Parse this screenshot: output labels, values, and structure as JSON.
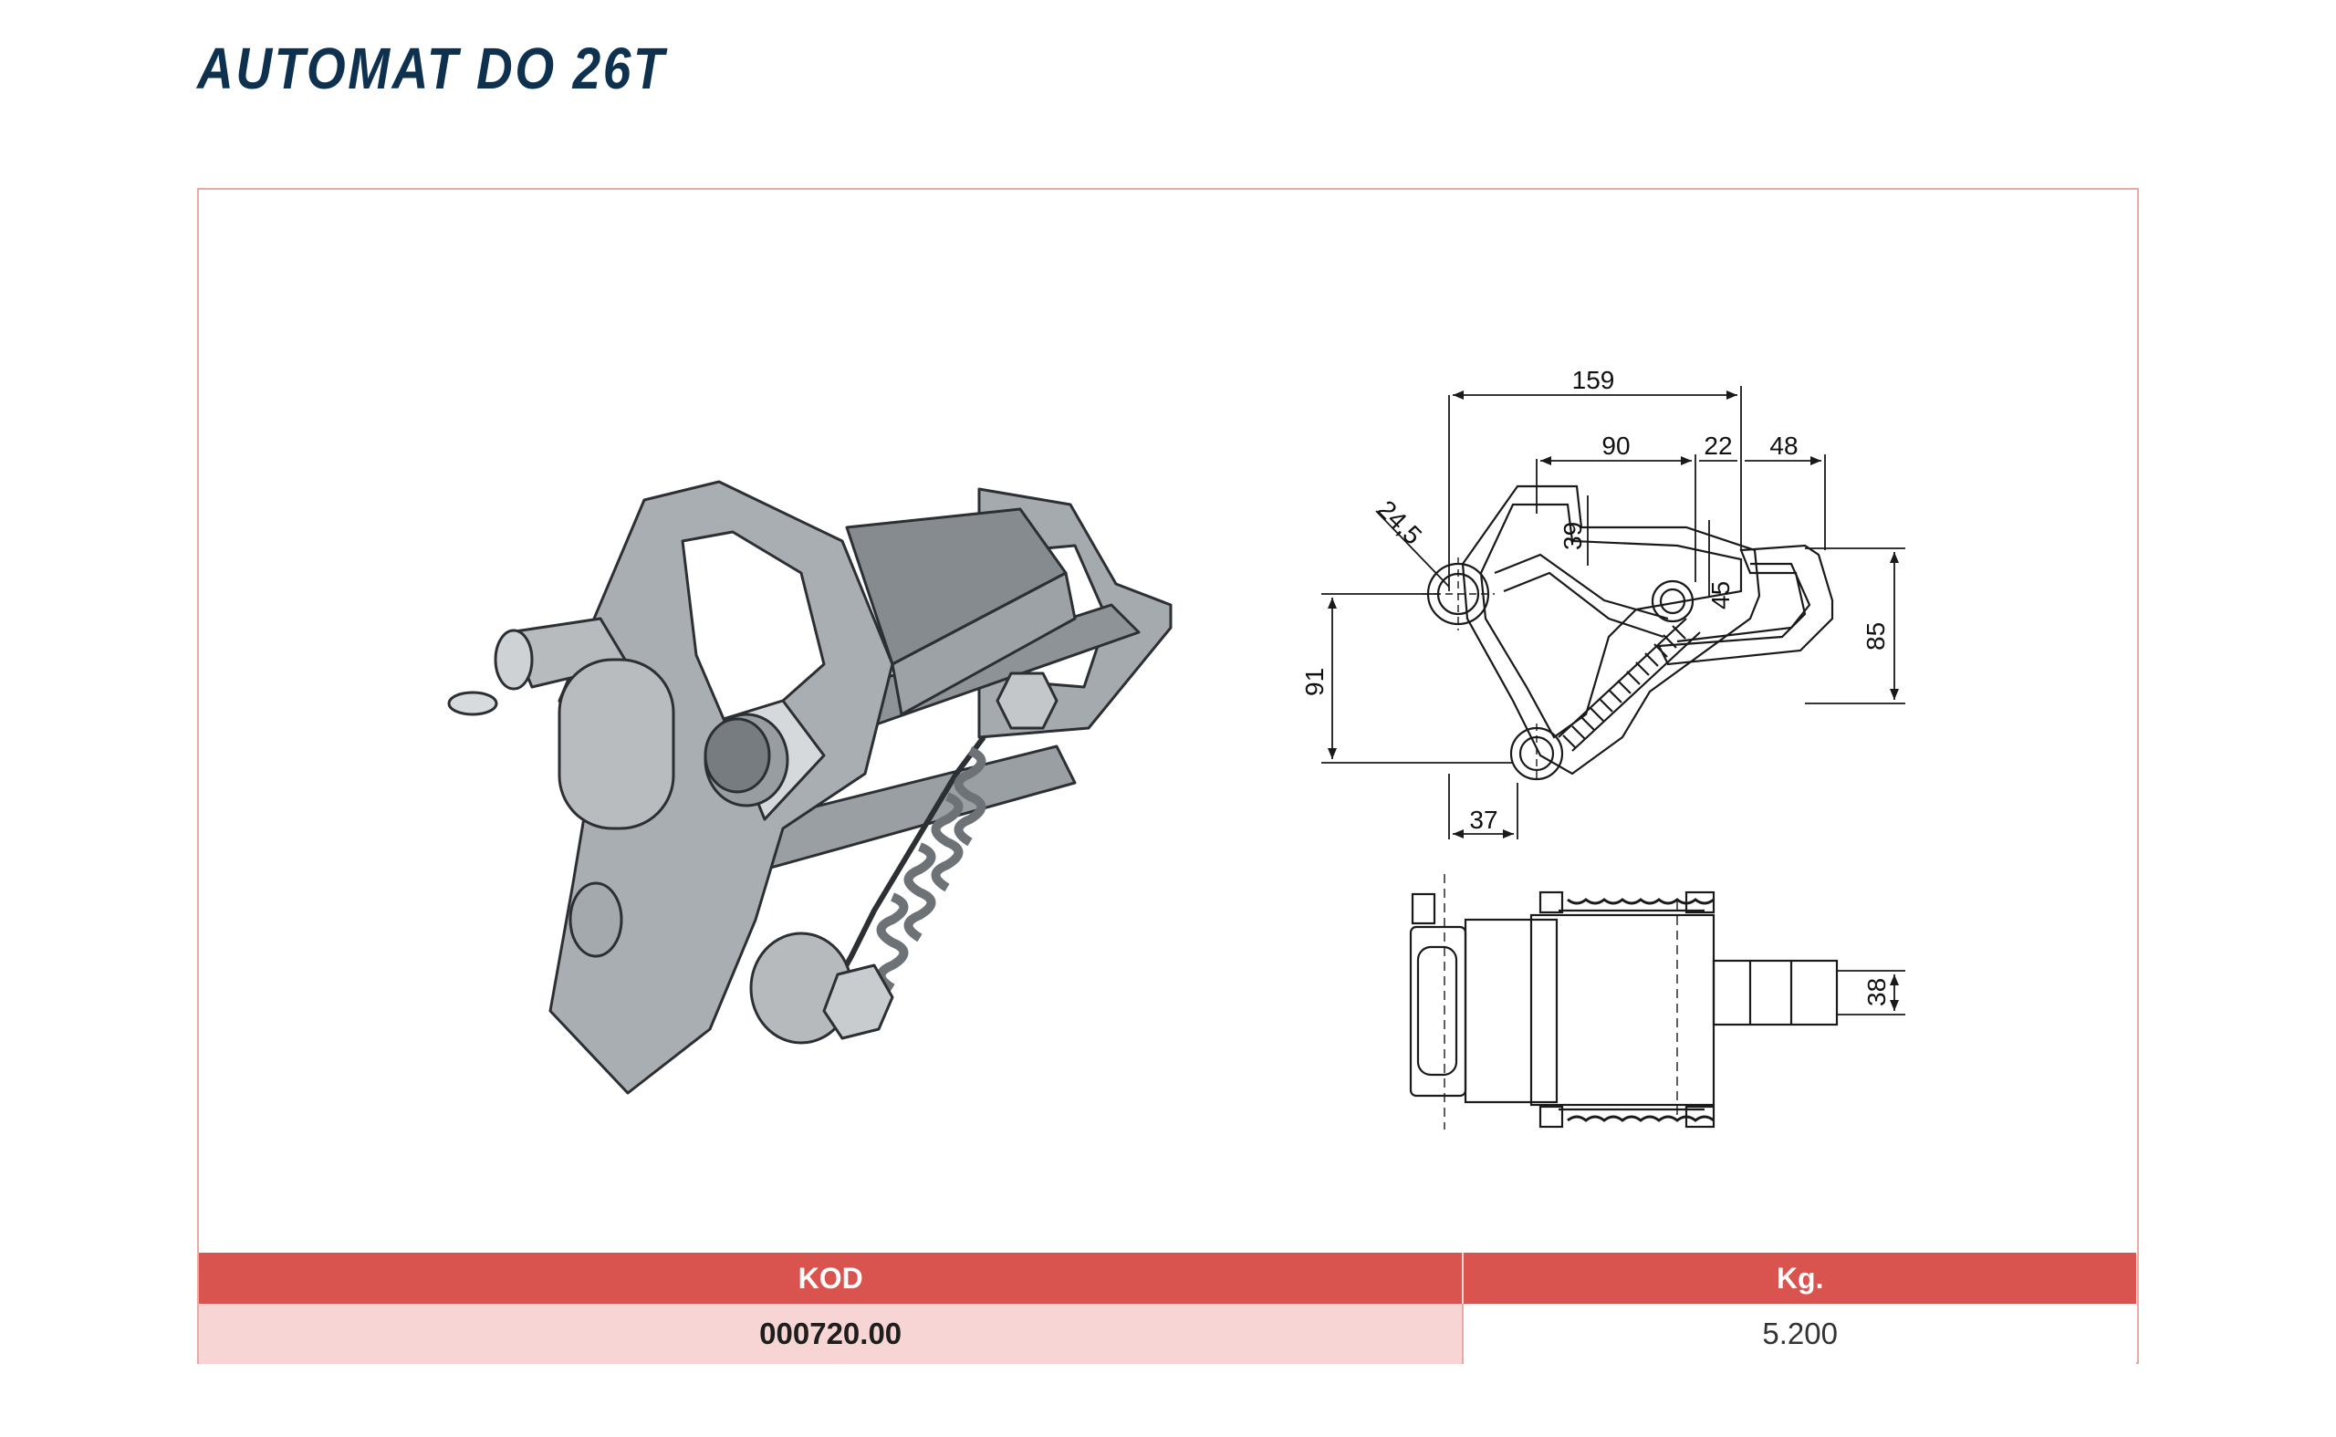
{
  "title": "AUTOMAT DO 26T",
  "drawing": {
    "dimensions": {
      "overall_length": "159",
      "hook_length": "90",
      "gap": "22",
      "hook_tip": "48",
      "pin_diameter": "24,5",
      "hook_depth": "39",
      "jaw_height": "45",
      "hook_height": "85",
      "body_height": "91",
      "pin_offset": "37",
      "shaft_width": "38"
    }
  },
  "table": {
    "headers": [
      "KOD",
      "Kg."
    ],
    "rows": [
      {
        "code": "000720.00",
        "weight": "5.200"
      }
    ]
  },
  "colors": {
    "title": "#0f3150",
    "frame_border": "#e8aaa5",
    "header_bg": "#d9534f",
    "code_cell_bg": "#f8d5d5",
    "metal": "#9ea3a7"
  }
}
